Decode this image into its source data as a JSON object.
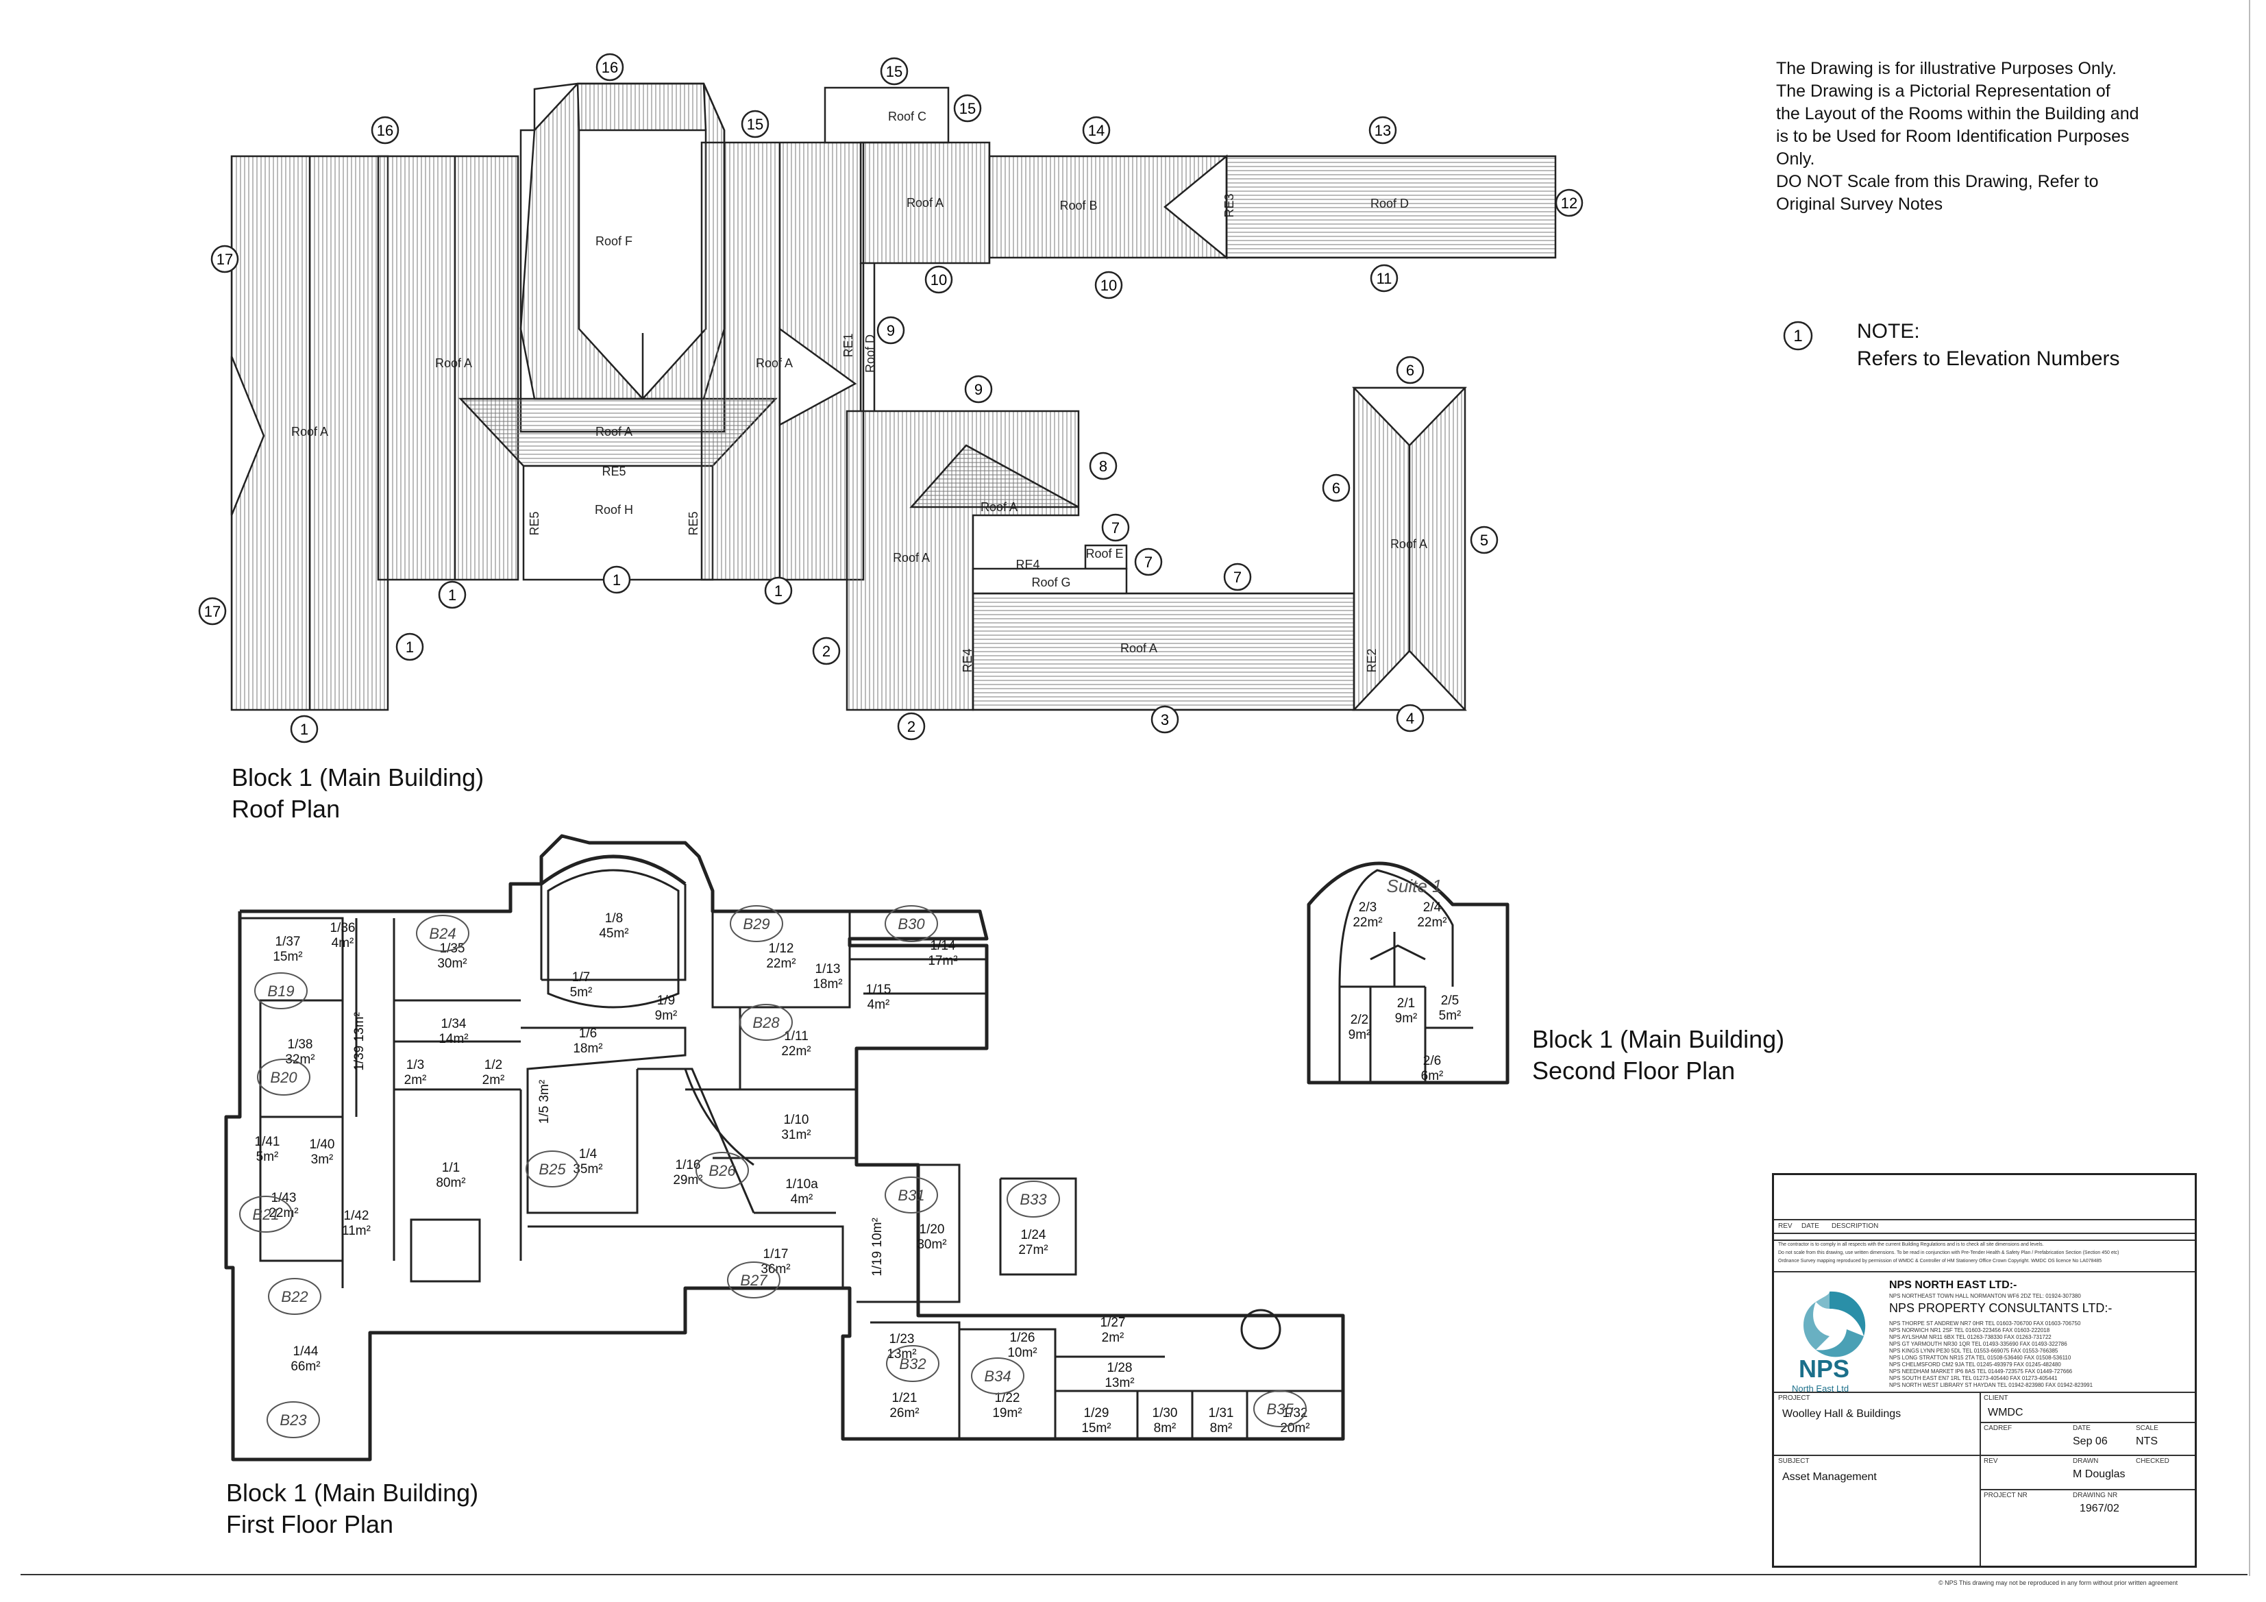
{
  "notes": [
    "The Drawing is for illustrative Purposes Only.",
    "The Drawing is a Pictorial Representation of",
    "the Layout of the Rooms within the Building and",
    "is to be Used for Room Identification Purposes",
    "Only.",
    "DO NOT Scale from this Drawing, Refer to",
    "Original Survey Notes"
  ],
  "legend": {
    "symbol": "1",
    "line1": "NOTE:",
    "line2": "Refers to Elevation Numbers"
  },
  "captions": {
    "roof": [
      "Block 1 (Main Building)",
      "Roof Plan"
    ],
    "second": [
      "Block 1 (Main Building)",
      "Second Floor Plan"
    ],
    "first": [
      "Block 1 (Main Building)",
      "First Floor Plan"
    ]
  },
  "roof_labels": [
    "Roof C",
    "Roof A",
    "Roof B",
    "RE3",
    "Roof D",
    "Roof F",
    "Roof A",
    "Roof A",
    "RE1",
    "Roof D",
    "Roof A",
    "Roof A",
    "RE5",
    "Roof H",
    "RE5",
    "RE5",
    "Roof A",
    "Roof A",
    "Roof E",
    "RE4",
    "Roof G",
    "RE4",
    "Roof A",
    "RE2",
    "Roof A"
  ],
  "elevations": [
    "16",
    "15",
    "15",
    "15",
    "14",
    "13",
    "12",
    "17",
    "16",
    "10",
    "10",
    "11",
    "9",
    "9",
    "6",
    "8",
    "7",
    "7",
    "6",
    "5",
    "17",
    "1",
    "1",
    "1",
    "1",
    "2",
    "7",
    "3",
    "4",
    "2",
    "1"
  ],
  "first_floor_rooms": [
    [
      "1/37",
      "15m²"
    ],
    [
      "1/36",
      "4m²"
    ],
    [
      "1/35",
      "30m²"
    ],
    [
      "1/8",
      "45m²"
    ],
    [
      "1/12",
      "22m²"
    ],
    [
      "1/14",
      "17m²"
    ],
    [
      "1/13",
      "18m²"
    ],
    [
      "1/15",
      "4m²"
    ],
    [
      "1/38",
      "32m²"
    ],
    [
      "1/34",
      "14m²"
    ],
    [
      "1/7",
      "5m²"
    ],
    [
      "1/9",
      "9m²"
    ],
    [
      "1/6",
      "18m²"
    ],
    [
      "1/11",
      "22m²"
    ],
    [
      "1/39",
      "13m²"
    ],
    [
      "1/3",
      "2m²"
    ],
    [
      "1/2",
      "2m²"
    ],
    [
      "1/5",
      "3m²"
    ],
    [
      "1/10",
      "31m²"
    ],
    [
      "1/41",
      "5m²"
    ],
    [
      "1/40",
      "3m²"
    ],
    [
      "1/1",
      "80m²"
    ],
    [
      "1/4",
      "35m²"
    ],
    [
      "1/16",
      "29m²"
    ],
    [
      "1/10a",
      "4m²"
    ],
    [
      "1/43",
      "22m²"
    ],
    [
      "1/42",
      "11m²"
    ],
    [
      "1/20",
      "30m²"
    ],
    [
      "1/24",
      "27m²"
    ],
    [
      "1/17",
      "36m²"
    ],
    [
      "1/19",
      "10m²"
    ],
    [
      "1/44",
      "66m²"
    ],
    [
      "1/23",
      "13m²"
    ],
    [
      "1/26",
      "10m²"
    ],
    [
      "1/27",
      "2m²"
    ],
    [
      "1/28",
      "13m²"
    ],
    [
      "1/21",
      "26m²"
    ],
    [
      "1/22",
      "19m²"
    ],
    [
      "1/29",
      "15m²"
    ],
    [
      "1/30",
      "8m²"
    ],
    [
      "1/31",
      "8m²"
    ],
    [
      "1/32",
      "20m²"
    ]
  ],
  "handwritten_tags": [
    "B24",
    "B29",
    "B30",
    "B19",
    "B28",
    "B20",
    "B25",
    "B26",
    "B31",
    "B33",
    "B21",
    "B27",
    "B22",
    "B32",
    "B34",
    "B23",
    "B35"
  ],
  "second_floor_rooms": [
    [
      "2/3",
      "22m²"
    ],
    [
      "2/4",
      "22m²"
    ],
    [
      "2/1",
      "9m²"
    ],
    [
      "2/2",
      "9m²"
    ],
    [
      "2/5",
      "5m²"
    ],
    [
      "2/6",
      "6m²"
    ]
  ],
  "handwritten_suite": "Suite 1",
  "title_block": {
    "rev_headers": [
      "REV",
      "DATE",
      "DESCRIPTION"
    ],
    "fine_print": [
      "The contractor is to comply in all respects with the current Building Regulations and is to check all site dimensions and levels.",
      "Do not scale from this drawing, use written dimensions. To be read in conjunction with Pre-Tender Health & Safety Plan / Prefabrication Section (Section 450 etc)",
      "Ordnance Survey mapping reproduced by permission of WMDC & Controller of HM Stationery Office Crown Copyright. WMDC OS licence No LA078485"
    ],
    "firm_name": "NPS NORTH EAST LTD:-",
    "firm_address": "NPS NORTHEAST TOWN HALL NORMANTON WF6 2DZ TEL: 01924-307380",
    "firm_name2": "NPS PROPERTY CONSULTANTS LTD:-",
    "offices": [
      "NPS THORPE ST ANDREW NR7 0HR TEL 01603-706700 FAX 01603-706750",
      "NPS NORWICH NR1 2SF TEL 01603-223456 FAX 01603-222018",
      "NPS AYLSHAM NR11 6BX TEL 01263-738330 FAX 01263-731722",
      "NPS GT YARMOUTH NR30 1QR TEL 01493-335690 FAX 01493-322786",
      "NPS KINGS LYNN PE30 5DL TEL 01553-669075 FAX 01553-766385",
      "NPS LONG STRATTON NR15 2TA TEL 01508-536460 FAX 01508-536110",
      "NPS CHELMSFORD CM2 9JA TEL 01245-493979 FAX 01245-482480",
      "NPS NEEDHAM MARKET IP6 8AS TEL 01449-723575 FAX 01449-727666",
      "NPS SOUTH EAST EN7 1RL TEL 01273-405440 FAX 01273-405441",
      "NPS NORTH WEST LIBRARY ST HAYDAN TEL 01942-823980 FAX 01942-823991"
    ],
    "logo_text": "NPS",
    "logo_sub": "North East Ltd",
    "project_label": "PROJECT",
    "project": "Woolley Hall & Buildings",
    "client_label": "CLIENT",
    "client": "WMDC",
    "cadref_label": "CADREF",
    "date_label": "DATE",
    "date": "Sep 06",
    "scale_label": "SCALE",
    "scale": "NTS",
    "subject_label": "SUBJECT",
    "subject": "Asset Management",
    "rev_label": "REV",
    "drawn_label": "DRAWN",
    "drawn": "M Douglas",
    "checked_label": "CHECKED",
    "project_nr_label": "PROJECT NR",
    "drawing_nr_label": "DRAWING NR",
    "drawing_nr": "1967/02",
    "footer": "© NPS  This drawing may not be reproduced in any form without prior written agreement"
  }
}
